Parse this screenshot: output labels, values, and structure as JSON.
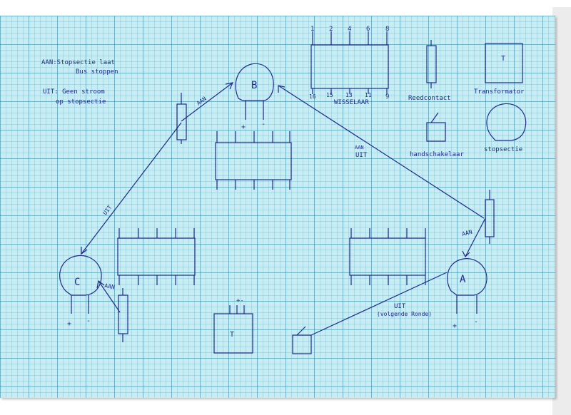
{
  "legend": {
    "aan_line": "AAN:Stopsectie laat",
    "aan_line2": "Bus stoppen",
    "uit_line": "UIT: Geen stroom",
    "uit_line2": "op stopsectie"
  },
  "stops": {
    "B": "B",
    "C": "C",
    "A": "A"
  },
  "polarity": {
    "plus": "+",
    "minus": "-",
    "pm": "+-"
  },
  "wisselaar": {
    "label": "WISSELAAR",
    "top_pins": [
      "1",
      "2",
      "4",
      "6",
      "8"
    ],
    "bottom_pins": [
      "16",
      "15",
      "13",
      "11",
      "9"
    ]
  },
  "components": {
    "reedcontact": "Reedcontact",
    "transformator": "Transformator",
    "transformator_symbol": "T",
    "handschakelaar": "handschakelaar",
    "stopsectie": "stopsectie"
  },
  "connections": {
    "aan_to_b": "AAN",
    "uit_to_c": "UIT",
    "aan_uit_b": "AAN",
    "uit_b": "UIT",
    "aan_to_a": "AAN",
    "aan_to_c": "AAN",
    "uit_to_a": "UIT",
    "volgende_ronde": "(volgende Ronde)"
  },
  "transformer_bottom": {
    "symbol": "T"
  },
  "colors": {
    "ink": "#1f2a8a",
    "paper": "#c9ecf3",
    "grid": "#3c96af"
  }
}
